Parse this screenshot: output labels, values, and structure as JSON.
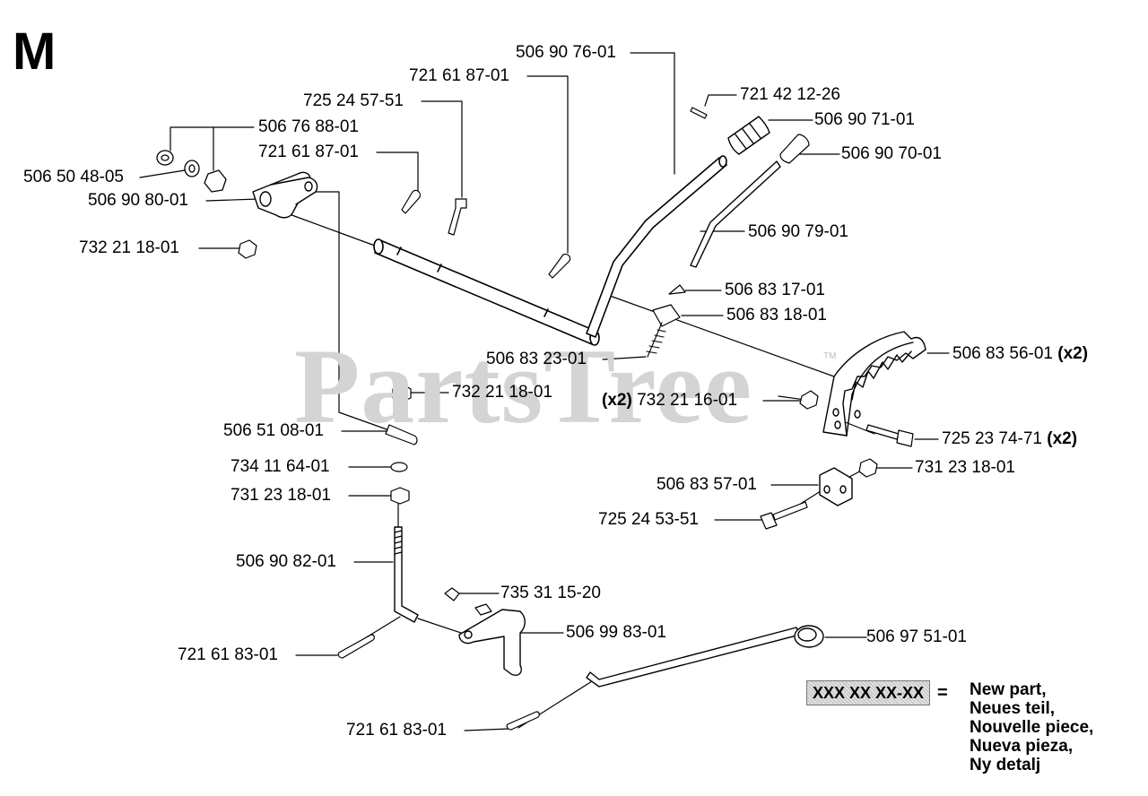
{
  "diagram": {
    "section_letter": "M",
    "watermark": "PartsTree",
    "trademark": "TM",
    "multiplier": "(x2)",
    "labels": {
      "p506907601": "506 90 76-01",
      "p721618701a": "721 61 87-01",
      "p725245751": "725 24 57-51",
      "p506768801": "506 76 88-01",
      "p721618701b": "721 61 87-01",
      "p506504805": "506 50 48-05",
      "p506908001": "506 90 80-01",
      "p732211801a": "732 21 18-01",
      "p721421226": "721 42 12-26",
      "p506907101": "506 90 71-01",
      "p506907001": "506 90 70-01",
      "p506907901": "506 90 79-01",
      "p506831701": "506 83 17-01",
      "p506831801": "506 83 18-01",
      "p506832301": "506 83 23-01",
      "p506835601": "506 83 56-01",
      "p732211601": "732 21 16-01",
      "p725237471": "725 23 74-71",
      "p732211801b": "732 21 18-01",
      "p506510801": "506 51 08-01",
      "p734116401": "734 11 64-01",
      "p731231801a": "731 23 18-01",
      "p506835701": "506 83 57-01",
      "p731231801b": "731 23 18-01",
      "p725245351": "725 24 53-51",
      "p506908201": "506 90 82-01",
      "p735311520": "735 31 15-20",
      "p506998301": "506 99 83-01",
      "p506975101": "506 97 51-01",
      "p721618301a": "721 61 83-01",
      "p721618301b": "721 61 83-01"
    },
    "legend": {
      "placeholder": "XXX XX XX-XX",
      "equals": "=",
      "lines": [
        "New part,",
        "Neues teil,",
        "Nouvelle piece,",
        "Nueva pieza,",
        "Ny detalj"
      ]
    }
  }
}
